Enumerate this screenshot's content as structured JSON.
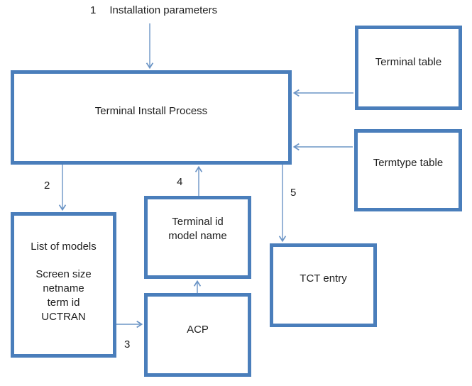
{
  "diagram": {
    "colors": {
      "box_border": "#4a7ebb",
      "arrow": "#6c95c6",
      "text": "#1f1f1f",
      "background": "#ffffff"
    },
    "step1": {
      "number": "1",
      "label": "Installation parameters"
    },
    "steps": {
      "s2": "2",
      "s3": "3",
      "s4": "4",
      "s5": "5"
    },
    "boxes": {
      "terminal_install_process": {
        "label": "Terminal Install Process"
      },
      "terminal_table": {
        "label": "Terminal table"
      },
      "termtype_table": {
        "label": "Termtype table"
      },
      "list_of_models": {
        "title": "List of models",
        "details": [
          "Screen size",
          "netname",
          "term id",
          "UCTRAN"
        ]
      },
      "terminal_id_model_name": {
        "lines": [
          "Terminal id",
          "model name"
        ]
      },
      "acp": {
        "label": "ACP"
      },
      "tct_entry": {
        "label": "TCT entry"
      }
    }
  }
}
